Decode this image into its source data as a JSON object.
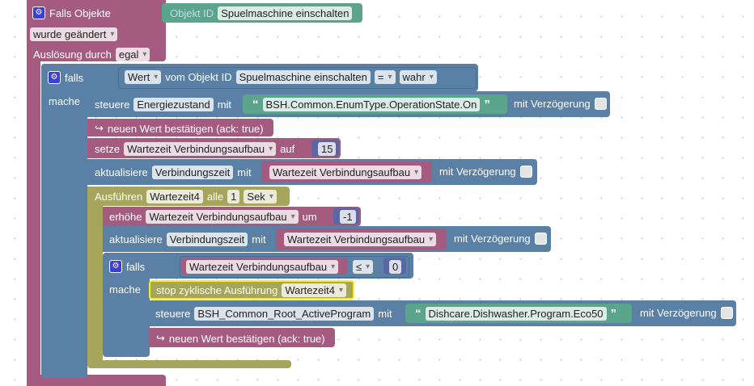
{
  "trigger": {
    "title": "Falls Objekte",
    "object_label": "Objekt ID",
    "object_value": "Spuelmaschine einschalten",
    "condition": "wurde geändert",
    "trigger_label": "Auslösung durch",
    "trigger_value": "egal"
  },
  "if1": {
    "falls": "falls",
    "mache": "mache",
    "value_field": "Wert",
    "from_object": "vom Objekt ID",
    "object": "Spuelmaschine einschalten",
    "operator": "=",
    "compare": "wahr"
  },
  "steuere1": {
    "label": "steuere",
    "state": "Energiezustand",
    "with": "mit",
    "text": "BSH.Common.EnumType.OperationState.On",
    "delay": "mit Verzögerung"
  },
  "ack1": {
    "label": "neuen Wert bestätigen (ack: true)"
  },
  "setvar": {
    "label": "setze",
    "variable": "Wartezeit Verbindungsaufbau",
    "to": "auf",
    "value": "15"
  },
  "update1": {
    "label": "aktualisiere",
    "state": "Verbindungszeit",
    "with": "mit",
    "variable": "Wartezeit Verbindungsaufbau",
    "delay": "mit Verzögerung"
  },
  "interval": {
    "label": "Ausführen",
    "name": "Wartezeit4",
    "every": "alle",
    "value": "1",
    "unit": "Sek"
  },
  "increase": {
    "label": "erhöhe",
    "variable": "Wartezeit Verbindungsaufbau",
    "by": "um",
    "value": "-1"
  },
  "update2": {
    "label": "aktualisiere",
    "state": "Verbindungszeit",
    "with": "mit",
    "variable": "Wartezeit Verbindungsaufbau",
    "delay": "mit Verzögerung"
  },
  "if2": {
    "falls": "falls",
    "mache": "mache",
    "variable": "Wartezeit Verbindungsaufbau",
    "operator": "≤",
    "value": "0"
  },
  "stop": {
    "label": "stop zyklische Ausführung",
    "name": "Wartezeit4"
  },
  "steuere2": {
    "label": "steuere",
    "state": "BSH_Common_Root_ActiveProgram",
    "with": "mit",
    "text": "Dishcare.Dishwasher.Program.Eco50",
    "delay": "mit Verzögerung"
  },
  "ack2": {
    "label": "neuen Wert bestätigen (ack: true)"
  },
  "icons": {
    "gear": "gear-icon",
    "ack": "return-arrow-icon",
    "quote": "quote-icon"
  },
  "colors": {
    "trigger": "#a55b80",
    "logic": "#5b80a5",
    "variables": "#a55b80",
    "math": "#5b67a5",
    "text": "#5ba58c",
    "timeouts": "#a5a55b",
    "highlight": "#fff200"
  }
}
